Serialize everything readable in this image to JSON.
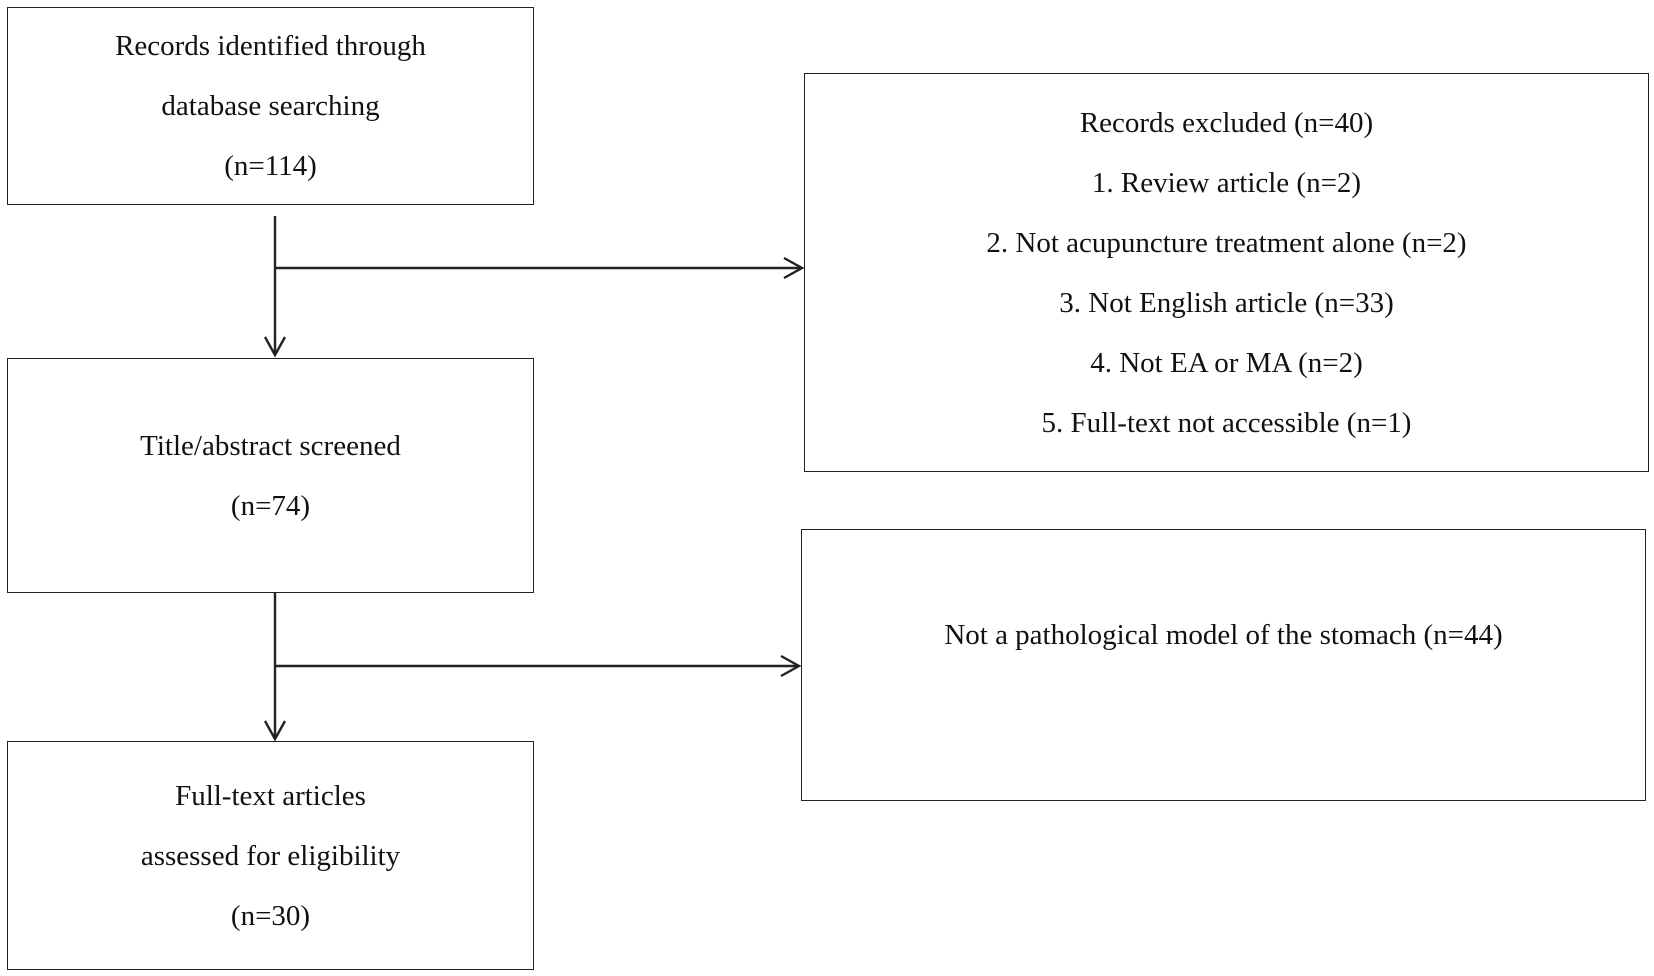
{
  "boxes": {
    "identified": {
      "lines": [
        "Records identified through",
        "database searching",
        "(n=114)"
      ]
    },
    "screened": {
      "lines": [
        "Title/abstract screened",
        "(n=74)"
      ]
    },
    "fulltext": {
      "lines": [
        "Full-text articles",
        "assessed for eligibility",
        "(n=30)"
      ]
    },
    "excluded": {
      "lines": [
        "Records excluded (n=40)",
        "1. Review article (n=2)",
        "2. Not acupuncture treatment alone (n=2)",
        "3. Not English article (n=33)",
        "4. Not EA or MA (n=2)",
        "5. Full-text not accessible (n=1)"
      ]
    },
    "pathology": {
      "lines": [
        "Not a pathological model of the stomach (n=44)"
      ]
    }
  },
  "colors": {
    "stroke": "#222222",
    "text": "#111111",
    "background": "#ffffff"
  }
}
